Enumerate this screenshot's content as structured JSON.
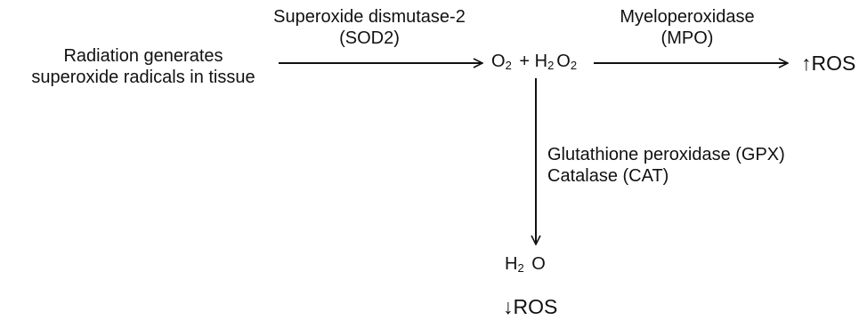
{
  "source": {
    "line1": "Radiation generates",
    "line2": "superoxide radicals in tissue"
  },
  "enzyme_sod": {
    "line1": "Superoxide dismutase-2",
    "line2": "(SOD2)"
  },
  "products": {
    "o": "O",
    "o_sub": "2",
    "plus": "+",
    "h": "H",
    "h_sub": "2",
    "o2": "O",
    "o2_sub": "2"
  },
  "enzyme_mpo": {
    "line1": "Myeloperoxidase",
    "line2": "(MPO)"
  },
  "ros_up": {
    "arrow": "↑",
    "label": "ROS"
  },
  "enzymes_down": {
    "line1": "Glutathione peroxidase (GPX)",
    "line2": "Catalase (CAT)"
  },
  "water": {
    "h": "H",
    "h_sub": "2",
    "o": "O"
  },
  "ros_down": {
    "arrow": "↓",
    "label": "ROS"
  }
}
